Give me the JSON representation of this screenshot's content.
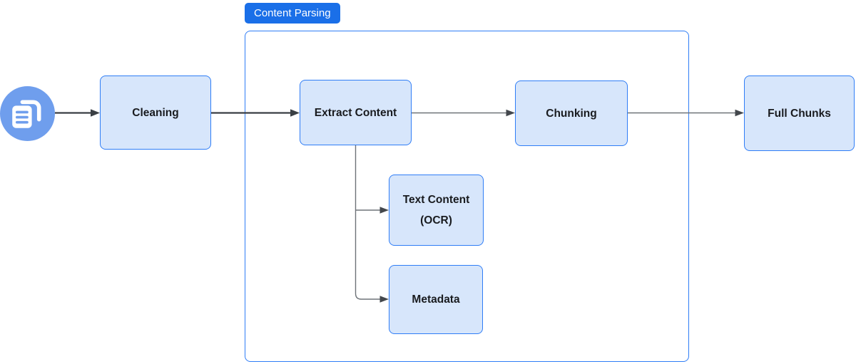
{
  "diagram": {
    "group": {
      "label": "Content Parsing"
    },
    "nodes": {
      "source": {
        "icon": "documents-icon"
      },
      "cleaning": {
        "label": "Cleaning"
      },
      "extract_content": {
        "label": "Extract Content"
      },
      "chunking": {
        "label": "Chunking"
      },
      "full_chunks": {
        "label": "Full Chunks"
      },
      "text_content_ocr": {
        "line1": "Text Content",
        "line2": "(OCR)"
      },
      "metadata": {
        "label": "Metadata"
      }
    },
    "edges": [
      {
        "from": "source",
        "to": "cleaning"
      },
      {
        "from": "cleaning",
        "to": "extract_content"
      },
      {
        "from": "extract_content",
        "to": "chunking"
      },
      {
        "from": "chunking",
        "to": "full_chunks"
      },
      {
        "from": "extract_content",
        "to": "text_content_ocr"
      },
      {
        "from": "extract_content",
        "to": "metadata"
      }
    ],
    "colors": {
      "node_fill": "#D7E6FB",
      "node_border": "#2F7DF6",
      "group_border": "#2F7DF6",
      "label_bg": "#1A6FE8",
      "icon_circle": "#6F9EED",
      "arrow_dark": "#3A3F44",
      "arrow_gray": "#6E7378",
      "arrow_head": "#43474C",
      "text_dark": "#191B1F"
    }
  }
}
